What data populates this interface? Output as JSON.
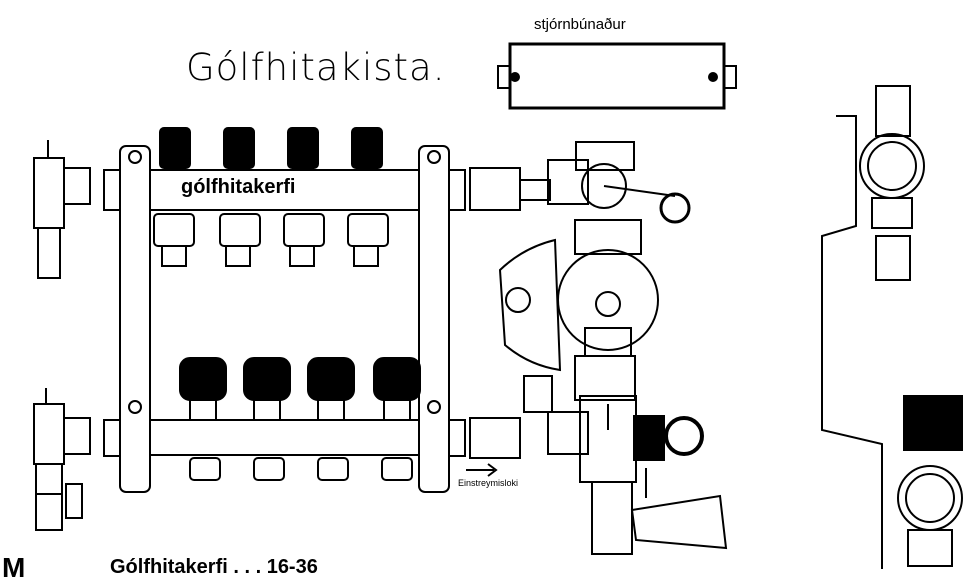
{
  "title": "Gólfhitakista.",
  "control_unit_label": "stjórnbúnaður",
  "system_label": "gólfhitakerfi",
  "flow_label": "Einstreymisloki",
  "footer_text": "Gólfhitakerfi . . . 16-36",
  "footer_symbol": "M",
  "colors": {
    "ink": "#000000",
    "paper": "#ffffff"
  }
}
